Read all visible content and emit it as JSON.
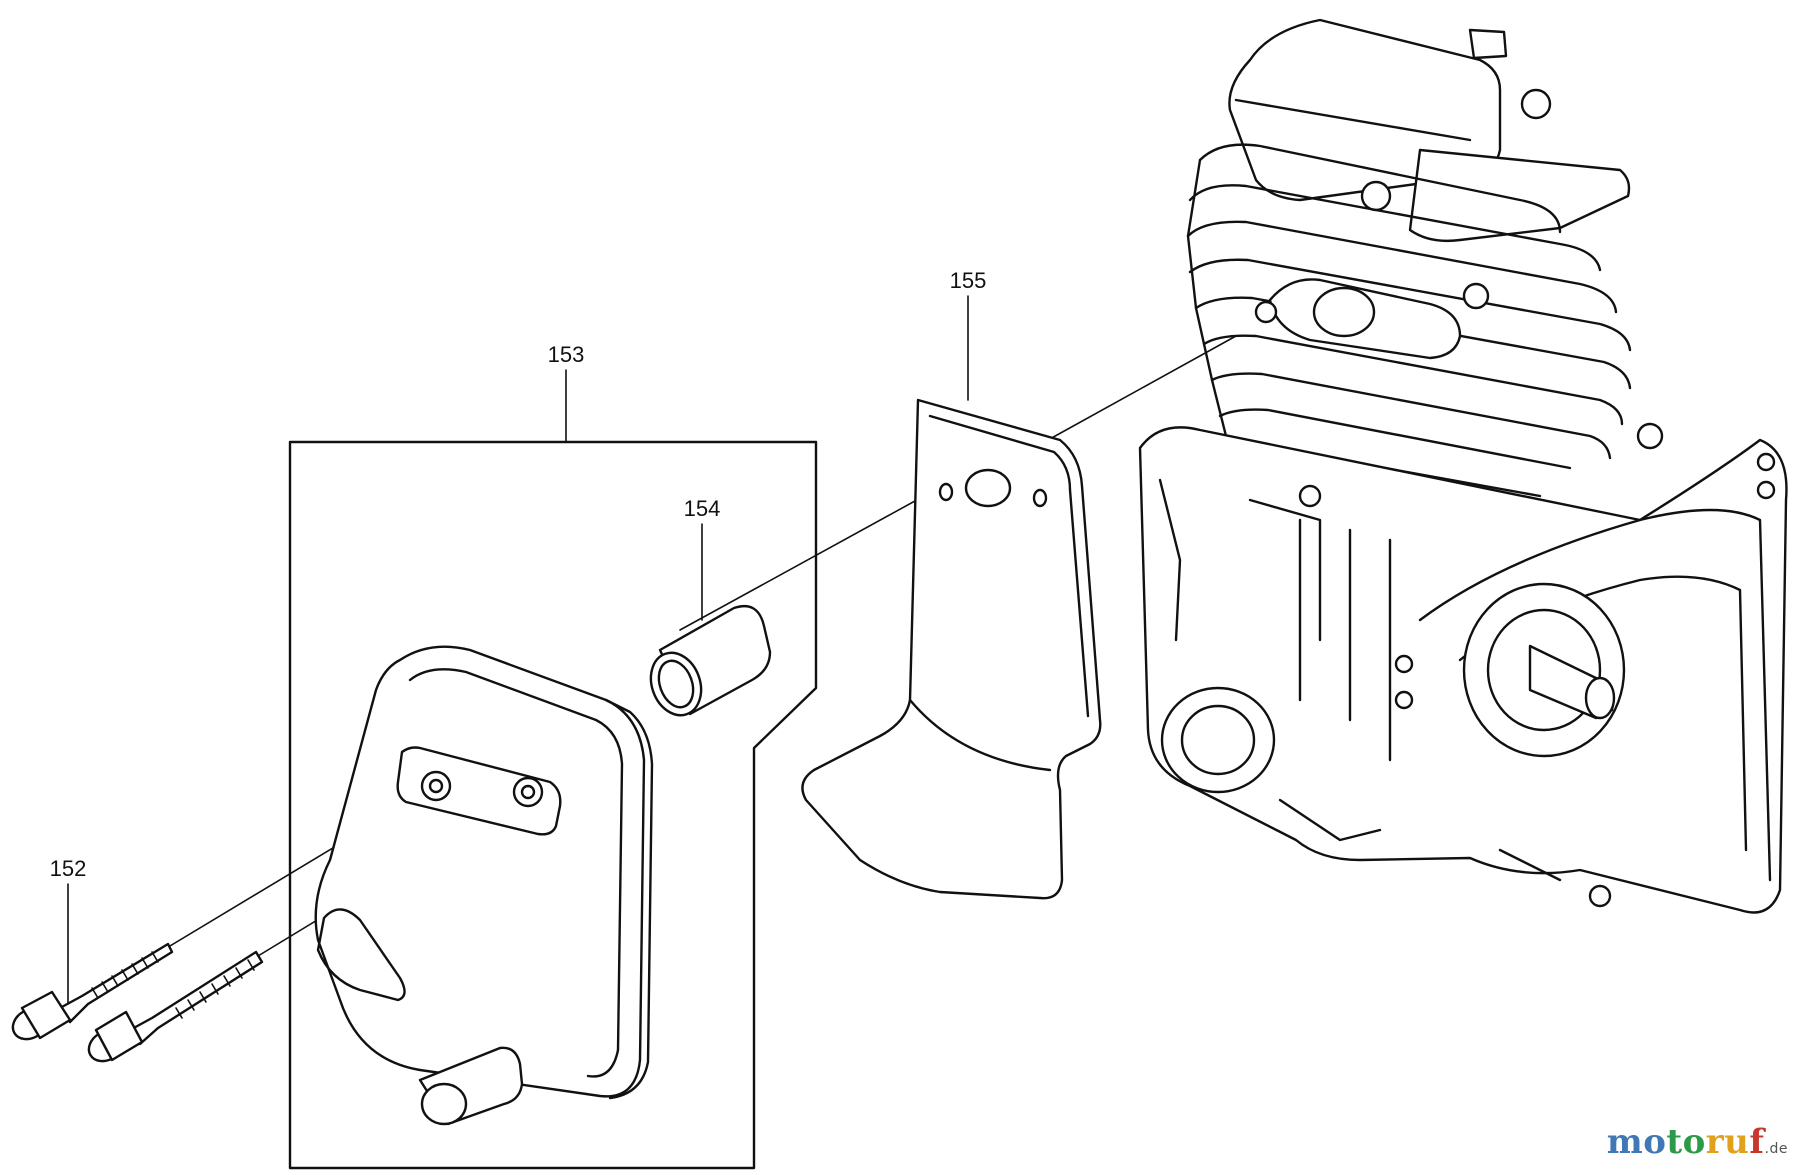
{
  "diagram": {
    "callouts": [
      {
        "id": "152",
        "label": "152"
      },
      {
        "id": "153",
        "label": "153"
      },
      {
        "id": "154",
        "label": "154"
      },
      {
        "id": "155",
        "label": "155"
      }
    ]
  },
  "watermark": {
    "part1": "mo",
    "part2": "to",
    "part3": "ru",
    "part4": "f",
    "suffix": ".de",
    "colors": {
      "mo": "#3f78b5",
      "to": "#2c9a48",
      "ru": "#e0a21c",
      "f": "#c8362c"
    }
  }
}
